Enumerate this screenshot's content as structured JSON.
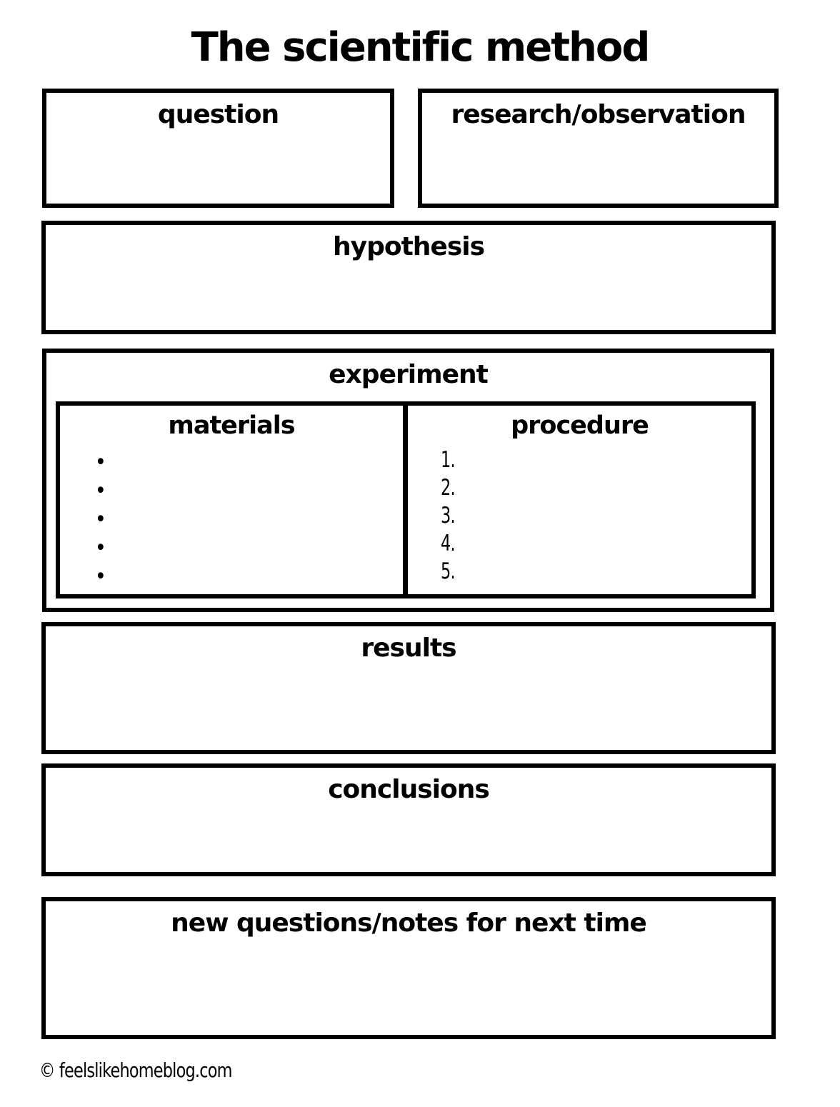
{
  "page": {
    "title": "The scientific method",
    "footer": "© feelslikehomeblog.com",
    "ink_color": "#000000",
    "background_color": "#ffffff"
  },
  "sections": {
    "question": {
      "label": "question"
    },
    "research_observation": {
      "label": "research/observation"
    },
    "hypothesis": {
      "label": "hypothesis"
    },
    "experiment": {
      "label": "experiment",
      "materials": {
        "label": "materials",
        "bullets": [
          "•",
          "•",
          "•",
          "•",
          "•"
        ]
      },
      "procedure": {
        "label": "procedure",
        "numbers": [
          "1.",
          "2.",
          "3.",
          "4.",
          "5."
        ]
      }
    },
    "results": {
      "label": "results"
    },
    "conclusions": {
      "label": "conclusions"
    },
    "new_questions": {
      "label": "new questions/notes for next time"
    }
  }
}
